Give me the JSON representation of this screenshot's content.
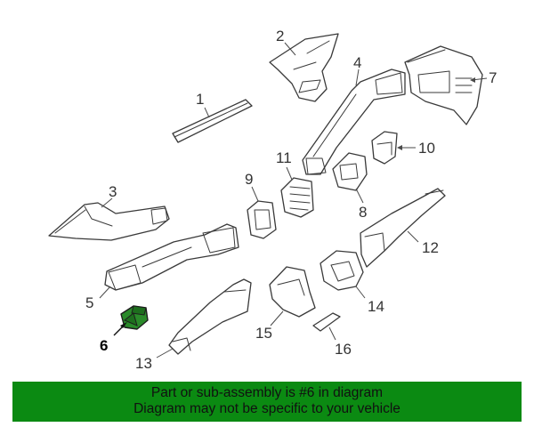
{
  "diagram": {
    "callouts": [
      "1",
      "2",
      "3",
      "4",
      "5",
      "6",
      "7",
      "8",
      "9",
      "10",
      "11",
      "12",
      "13",
      "14",
      "15",
      "16"
    ],
    "highlighted_part": "6",
    "highlight_color": "#2a8a2a"
  },
  "banner": {
    "line1": "Part or sub-assembly is #6 in diagram",
    "line2": "Diagram may not be specific to your vehicle",
    "background": "#0b8a12"
  }
}
